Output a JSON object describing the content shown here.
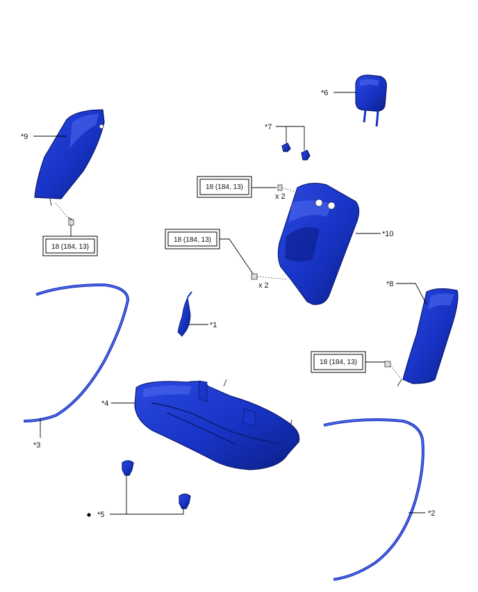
{
  "callouts": {
    "p1": "*1",
    "p2": "*2",
    "p3": "*3",
    "p4": "*4",
    "p5": "*5",
    "p6": "*6",
    "p7": "*7",
    "p8": "*8",
    "p9": "*9",
    "p10": "*10"
  },
  "torque_boxes": {
    "left_side": "18 (184, 13)",
    "upper_center": "18 (184, 13)",
    "mid_center": "18 (184, 13)",
    "right_side": "18 (184, 13)"
  },
  "quantities": {
    "upper_bolt": "x 2",
    "lower_bolt": "x 2"
  },
  "bullet": "●",
  "colors": {
    "part_fill": "#1a35c9",
    "part_dark": "#0a1a6e",
    "highlight": "#4f6cf0"
  }
}
